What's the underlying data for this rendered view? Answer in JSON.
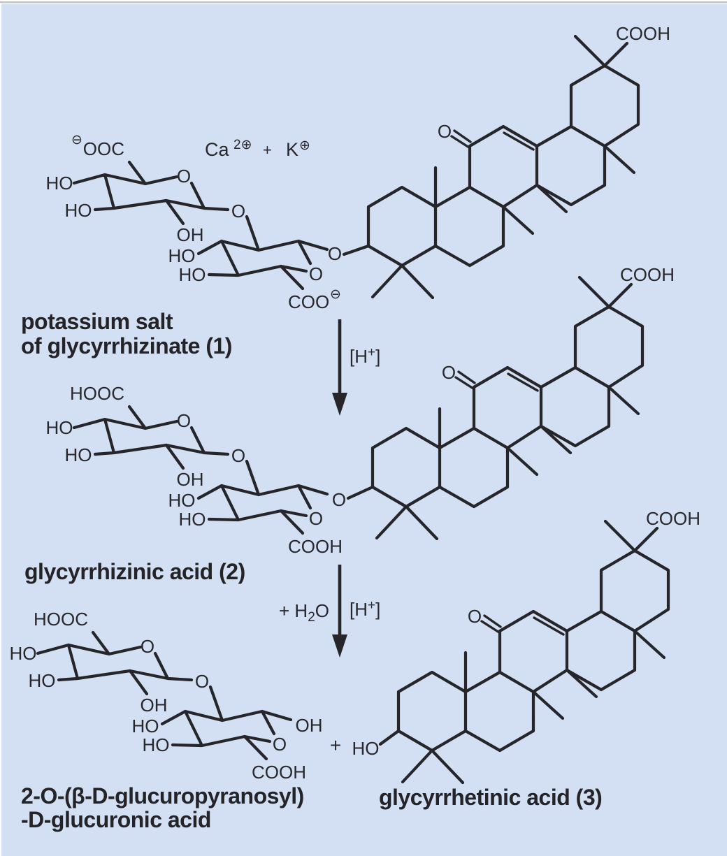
{
  "colors": {
    "background": "#d3dff2",
    "line": "#26262a",
    "text": "#28282c",
    "top_rule": "#a9adb3"
  },
  "molecule1": {
    "title_line1": "potassium salt",
    "title_line2_pre": "of glycyrrhizinate (",
    "title_number": "1",
    "title_suffix": ")",
    "counterion": {
      "ca": "Ca",
      "ca_charge": "2⊕",
      "plus": "+",
      "k": "K",
      "k_charge": "⊕"
    },
    "sugar": {
      "carboxylate_charge": "⊖",
      "carboxylate_top": "OOC",
      "ho_top": "HO",
      "ho_mid": "HO",
      "oh_c2": "OH",
      "ring_o_upper": "O",
      "glycosidic_o": "O",
      "ho_top2": "HO",
      "ho_mid2": "HO",
      "ring_o_lower": "O",
      "carboxylate_bottom": "COO",
      "carboxylate_bottom_charge": "⊖",
      "exo_o": "O"
    },
    "aglycone": {
      "ketone_o": "O",
      "cooh": "COOH"
    }
  },
  "molecule2": {
    "title_pre": "glycyrrhizinic acid (",
    "title_number": "2",
    "title_suffix": ")",
    "sugar": {
      "acid_top": "HOOC",
      "ho_top": "HO",
      "ho_mid": "HO",
      "oh_c2": "OH",
      "ring_o_upper": "O",
      "glycosidic_o": "O",
      "ho_top2": "HO",
      "ho_mid2": "HO",
      "ring_o_lower": "O",
      "acid_bottom": "COOH",
      "exo_o": "O"
    },
    "aglycone": {
      "ketone_o": "O",
      "cooh": "COOH"
    }
  },
  "sugar_product": {
    "title_line1": "2-O-(β-D-glucuropyranosyl)",
    "title_line2": "-D-glucuronic acid",
    "labels": {
      "acid_top": "HOOC",
      "ho_top": "HO",
      "ho_mid": "HO",
      "oh_c2": "OH",
      "ring_o_upper": "O",
      "glycosidic_o": "O",
      "ho_top2": "HO",
      "ho_mid2": "HO",
      "ring_o_lower": "O",
      "acid_bottom": "COOH",
      "anomeric_oh": "OH"
    }
  },
  "molecule3": {
    "title_pre": "glycyrrhetinic acid (",
    "title_number": "3",
    "title_suffix": ")",
    "ho": "HO",
    "aglycone": {
      "ketone_o": "O",
      "cooh": "COOH"
    }
  },
  "arrow1": {
    "bracket_open": "[H",
    "sup": "+",
    "bracket_close": "]"
  },
  "arrow2": {
    "water_pre": "+ H",
    "water_sub": "2",
    "water_post": "O",
    "bracket_open": "[H",
    "sup": "+",
    "bracket_close": "]"
  },
  "plus_sign": "+"
}
